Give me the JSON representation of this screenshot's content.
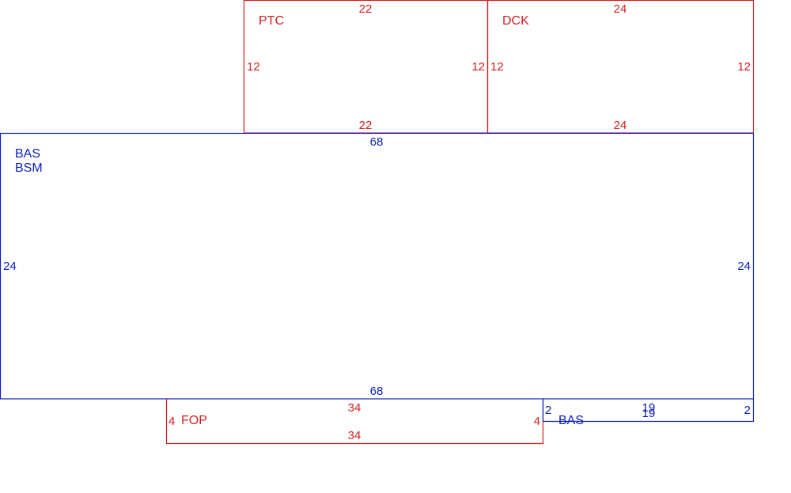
{
  "colors": {
    "red": "#d11f1f",
    "blue": "#0a1fb8"
  },
  "areas": {
    "ptc": {
      "name": "PTC",
      "top": "22",
      "bottom": "22",
      "left": "12",
      "right": "12"
    },
    "dck": {
      "name": "DCK",
      "top": "24",
      "bottom": "24",
      "left": "12",
      "right": "12"
    },
    "bas_main": {
      "name1": "BAS",
      "name2": "BSM",
      "top": "68",
      "bottom": "68",
      "left": "24",
      "right": "24"
    },
    "fop": {
      "name": "FOP",
      "top": "34",
      "bottom": "34",
      "left": "4",
      "right": "4"
    },
    "bas_small": {
      "name": "BAS",
      "top": "19",
      "bottom": "19",
      "left": "2",
      "right": "2"
    }
  }
}
